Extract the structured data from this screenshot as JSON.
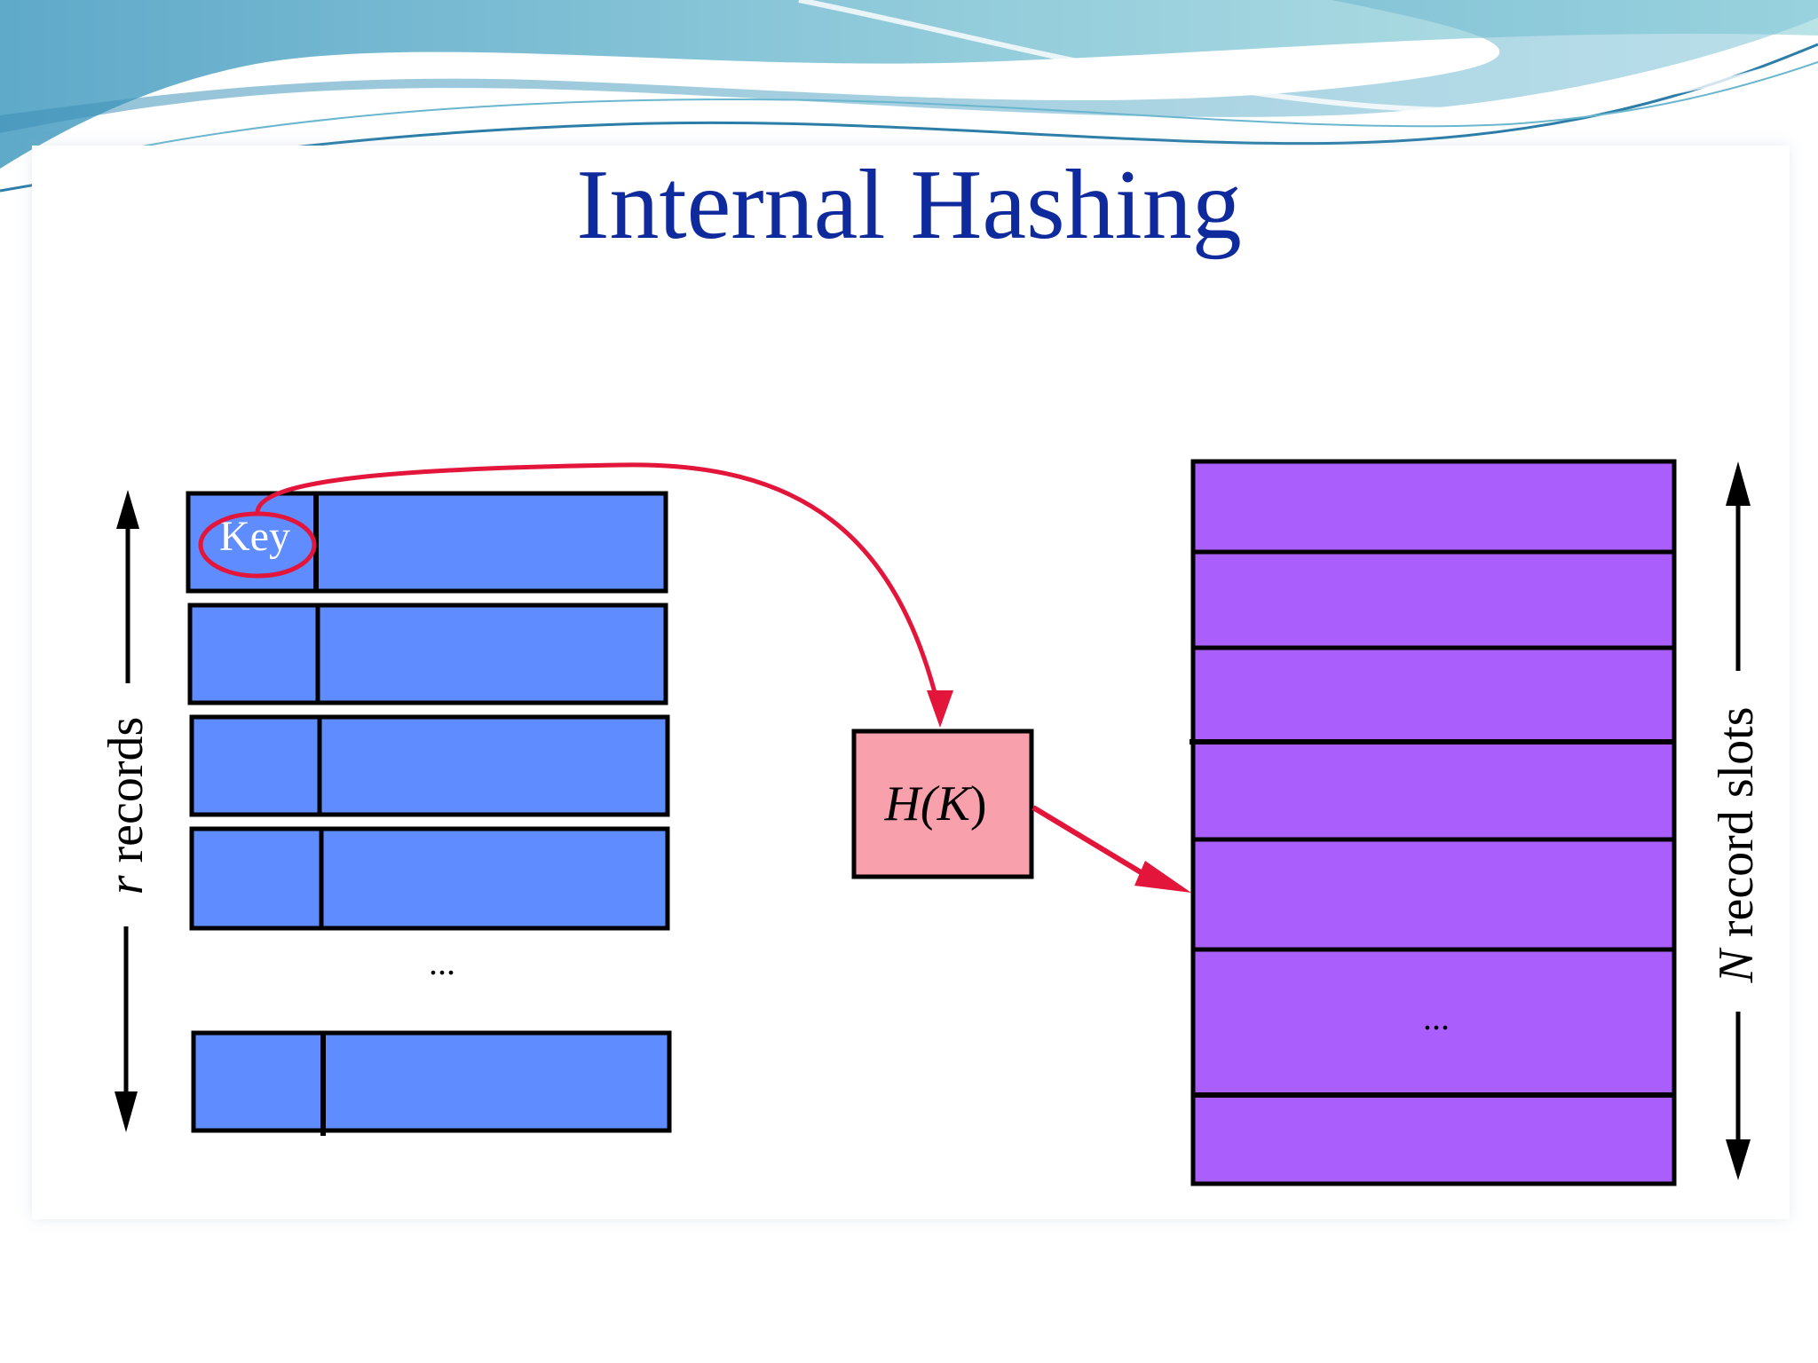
{
  "slide": {
    "title": "Internal Hashing"
  },
  "diagram": {
    "key_label": "Key",
    "hash_function_label_prefix": "H(",
    "hash_function_label_arg": "K",
    "hash_function_label_suffix": ")",
    "left_ellipsis": "...",
    "right_ellipsis": "...",
    "left_axis_label_var": "r",
    "left_axis_label_text": " records",
    "right_axis_label_var": "N",
    "right_axis_label_text": " record slots",
    "colors": {
      "record_fill": "#5f8cff",
      "slot_fill": "#aa5ffc",
      "hash_fill": "#f9a0ad",
      "arrow_red": "#e3153a",
      "outline": "#000000",
      "title": "#0f2a9c"
    }
  }
}
